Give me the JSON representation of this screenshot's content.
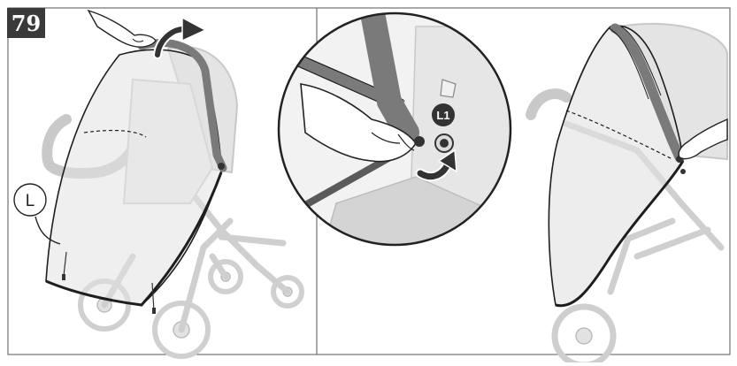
{
  "step": {
    "number": "79"
  },
  "callouts": {
    "left_panel": "L",
    "middle_panel": "L1"
  },
  "colors": {
    "frame": "#3a3a3a",
    "strap": "#7a7a7a",
    "cover_fill": "#ececec",
    "line": "#1e1e1e",
    "stroller": "#d2d2d2",
    "callout_dark": "#333333"
  },
  "icons": [
    "rotate-arrow-icon",
    "hand-icon",
    "pivot-button-icon"
  ]
}
